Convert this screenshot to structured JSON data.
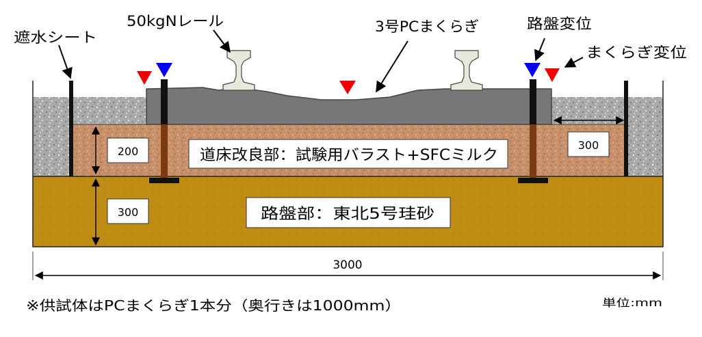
{
  "labels": {
    "waterproof_sheet": "遮水シート",
    "rail": "50kgNレール",
    "sleeper": "3号PCまくらぎ",
    "roadbed_displacement": "路盤変位",
    "sleeper_displacement": "まくらぎ変位",
    "ballast_layer": "道床改良部：試験用バラスト+SFCミルク",
    "roadbed_layer": "路盤部：東北5号珪砂",
    "dim_ballast_depth": "200",
    "dim_roadbed_depth": "300",
    "dim_side_width": "300",
    "dim_total_width": "3000",
    "note": "※供試体はPCまくらぎ1本分（奥行きは1000mm）",
    "unit": "単位:mm"
  },
  "colors": {
    "ballast_fill": "#c8906a",
    "roadbed_fill": "#bf8d14",
    "gravel_fill": "#a9a9a9",
    "sleeper_fill": "#777777",
    "rail_fill": "#e8e8dc",
    "marker_red": "#ee0000",
    "marker_blue": "#0000ee",
    "rod_brown": "#7a3a12"
  }
}
